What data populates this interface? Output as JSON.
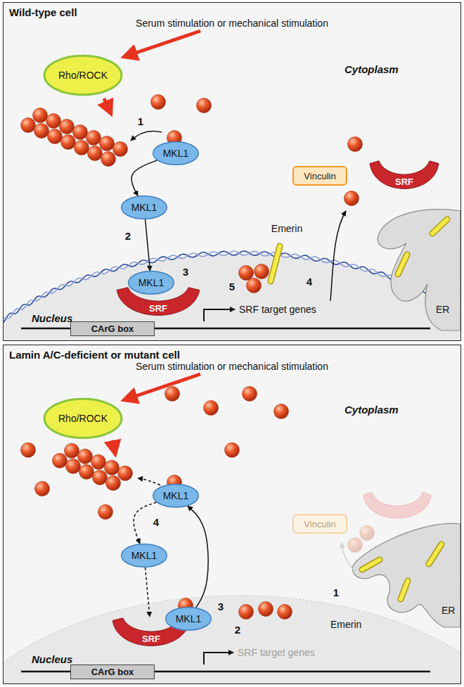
{
  "diagram": {
    "nodes": [
      {
        "text": [
          "Wild-type cell"
        ]
      },
      {
        "text": [
          "Rho/ROCK"
        ],
        "in": 0
      },
      {
        "text": [
          "MKL1"
        ],
        "in": 0
      },
      {
        "text": [
          "MKL1"
        ],
        "in": 0
      },
      {
        "text": [
          "Vinculin"
        ],
        "in": 0
      },
      {
        "text": [
          "SRF"
        ],
        "in": 0
      },
      {
        "text": [
          "MKL1"
        ],
        "in": 0
      },
      {
        "text": [
          "SRF"
        ],
        "in": 0
      },
      {
        "text": [
          "CArG box"
        ],
        "in": 0
      },
      {
        "text": [
          "Lamin A/C-deficient or mutant cell"
        ]
      },
      {
        "text": [
          "Rho/ROCK"
        ],
        "in": 9
      },
      {
        "text": [
          "MKL1"
        ],
        "in": 9
      },
      {
        "text": [
          "MKL1"
        ],
        "in": 9
      },
      {
        "text": [
          "Vinculin"
        ],
        "in": 9
      },
      {
        "text": [
          "SRF"
        ],
        "in": 9
      },
      {
        "text": [
          "MKL1"
        ],
        "in": 9
      },
      {
        "text": [
          "CArG box"
        ],
        "in": 9
      }
    ],
    "edges": [
      {
        "from": 2,
        "to": 3,
        "arrow": "to"
      },
      {
        "from": 3,
        "to": 6,
        "arrow": "to"
      },
      {
        "from": 15,
        "to": 11,
        "arrow": "to"
      },
      {
        "from": 11,
        "to": 12,
        "arrow": "to"
      },
      {
        "from": 12,
        "to": 14,
        "arrow": "to"
      }
    ],
    "labels": [
      "Serum stimulation or mechanical stimulation",
      "Cytoplasm",
      "1",
      "2",
      "3",
      "Emerin",
      "5",
      "4",
      "SRF target genes",
      "ER",
      "Nucleus",
      "Serum stimulation or mechanical stimulation",
      "Cytoplasm",
      "4",
      "3",
      "2",
      "1",
      "Emerin",
      "ER",
      "Nucleus",
      "SRF target genes"
    ]
  }
}
